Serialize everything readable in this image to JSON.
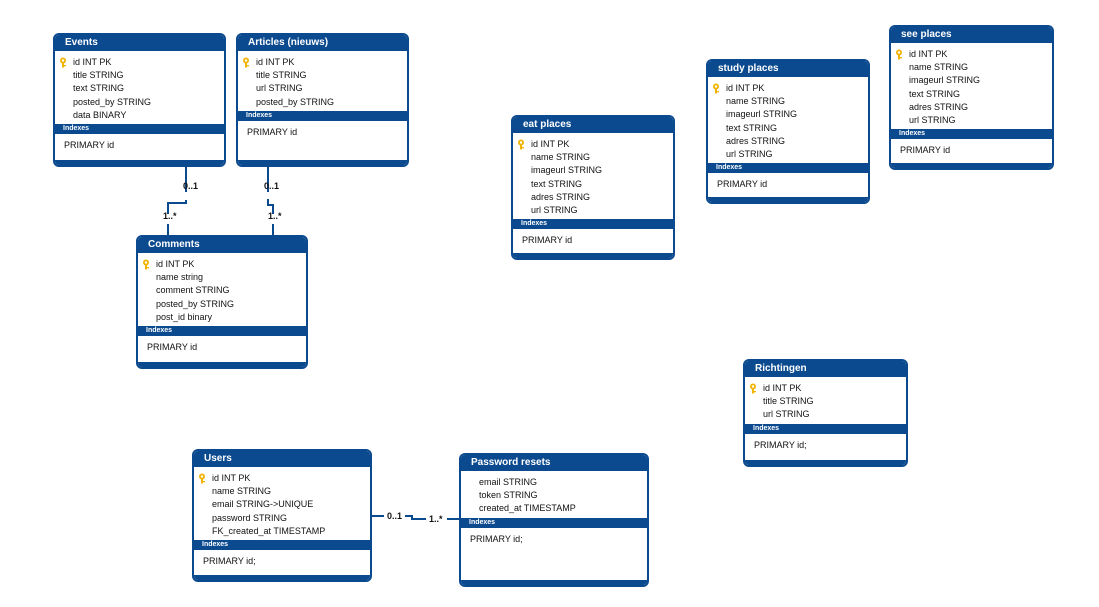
{
  "theme": {
    "header_color": "#0c4a8f",
    "key_icon_color": "#f0b400"
  },
  "entities": {
    "events": {
      "title": "Events",
      "fields": [
        {
          "text": "id   INT   PK",
          "pk": true
        },
        {
          "text": "title   STRING"
        },
        {
          "text": "text   STRING"
        },
        {
          "text": "posted_by   STRING"
        },
        {
          "text": "data   BINARY"
        }
      ],
      "indexes_label": "Indexes",
      "index": "PRIMARY   id"
    },
    "articles": {
      "title": "Articles (nieuws)",
      "fields": [
        {
          "text": "id   INT   PK",
          "pk": true
        },
        {
          "text": "title   STRING"
        },
        {
          "text": "url   STRING"
        },
        {
          "text": "posted_by   STRING"
        }
      ],
      "indexes_label": "Indexes",
      "index": "PRIMARY   id"
    },
    "comments": {
      "title": "Comments",
      "fields": [
        {
          "text": "id   INT   PK",
          "pk": true
        },
        {
          "text": "name string"
        },
        {
          "text": "comment   STRING"
        },
        {
          "text": "posted_by   STRING"
        },
        {
          "text": "post_id binary"
        }
      ],
      "indexes_label": "Indexes",
      "index": "PRIMARY   id"
    },
    "eat_places": {
      "title": "eat  places",
      "fields": [
        {
          "text": "id   INT   PK",
          "pk": true
        },
        {
          "text": "name   STRING"
        },
        {
          "text": "imageurl   STRING"
        },
        {
          "text": "text  STRING"
        },
        {
          "text": "adres   STRING"
        },
        {
          "text": "url   STRING"
        }
      ],
      "indexes_label": "Indexes",
      "index": "PRIMARY   id"
    },
    "study_places": {
      "title": "study  places",
      "fields": [
        {
          "text": "id   INT   PK",
          "pk": true
        },
        {
          "text": "name   STRING"
        },
        {
          "text": "imageurl   STRING"
        },
        {
          "text": "text  STRING"
        },
        {
          "text": "adres   STRING"
        },
        {
          "text": "url   STRING"
        }
      ],
      "indexes_label": "Indexes",
      "index": "PRIMARY   id"
    },
    "see_places": {
      "title": "see  places",
      "fields": [
        {
          "text": "id   INT   PK",
          "pk": true
        },
        {
          "text": "name   STRING"
        },
        {
          "text": "imageurl   STRING"
        },
        {
          "text": "text  STRING"
        },
        {
          "text": "adres   STRING"
        },
        {
          "text": "url   STRING"
        }
      ],
      "indexes_label": "Indexes",
      "index": "PRIMARY   id"
    },
    "richtingen": {
      "title": "Richtingen",
      "fields": [
        {
          "text": "id   INT   PK",
          "pk": true
        },
        {
          "text": "title   STRING"
        },
        {
          "text": "url   STRING"
        }
      ],
      "indexes_label": "Indexes",
      "index": "PRIMARY id;"
    },
    "users": {
      "title": "Users",
      "fields": [
        {
          "text": "id   INT   PK",
          "pk": true
        },
        {
          "text": "name   STRING"
        },
        {
          "text": "email   STRING->UNIQUE"
        },
        {
          "text": "password   STRING"
        },
        {
          "text": "FK_created_at   TIMESTAMP"
        }
      ],
      "indexes_label": "Indexes",
      "index": "PRIMARY id;"
    },
    "password_resets": {
      "title": "Password resets",
      "fields": [
        {
          "text": "email   STRING"
        },
        {
          "text": "token   STRING"
        },
        {
          "text": "created_at   TIMESTAMP"
        }
      ],
      "indexes_label": "Indexes",
      "index": "PRIMARY id;"
    }
  },
  "relations": [
    {
      "from": "events",
      "to": "comments",
      "from_card": "0..1",
      "to_card": "1..*"
    },
    {
      "from": "articles",
      "to": "comments",
      "from_card": "0..1",
      "to_card": "1..*"
    },
    {
      "from": "users",
      "to": "password_resets",
      "from_card": "0..1",
      "to_card": "1..*"
    }
  ]
}
